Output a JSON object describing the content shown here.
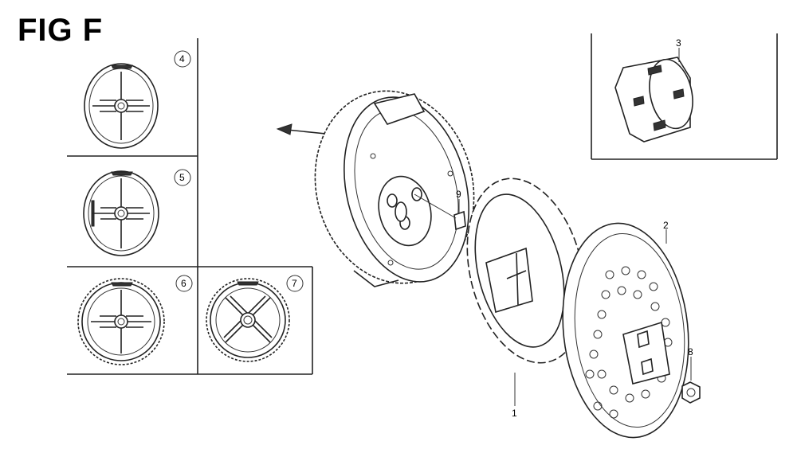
{
  "figure": {
    "title": "FIG F",
    "callouts": [
      {
        "id": "1",
        "label": "1"
      },
      {
        "id": "2",
        "label": "2"
      },
      {
        "id": "3",
        "label": "3"
      },
      {
        "id": "4",
        "label": "4"
      },
      {
        "id": "5",
        "label": "5"
      },
      {
        "id": "6",
        "label": "6"
      },
      {
        "id": "7",
        "label": "7"
      },
      {
        "id": "8",
        "label": "8"
      },
      {
        "id": "9",
        "label": "9"
      }
    ]
  }
}
